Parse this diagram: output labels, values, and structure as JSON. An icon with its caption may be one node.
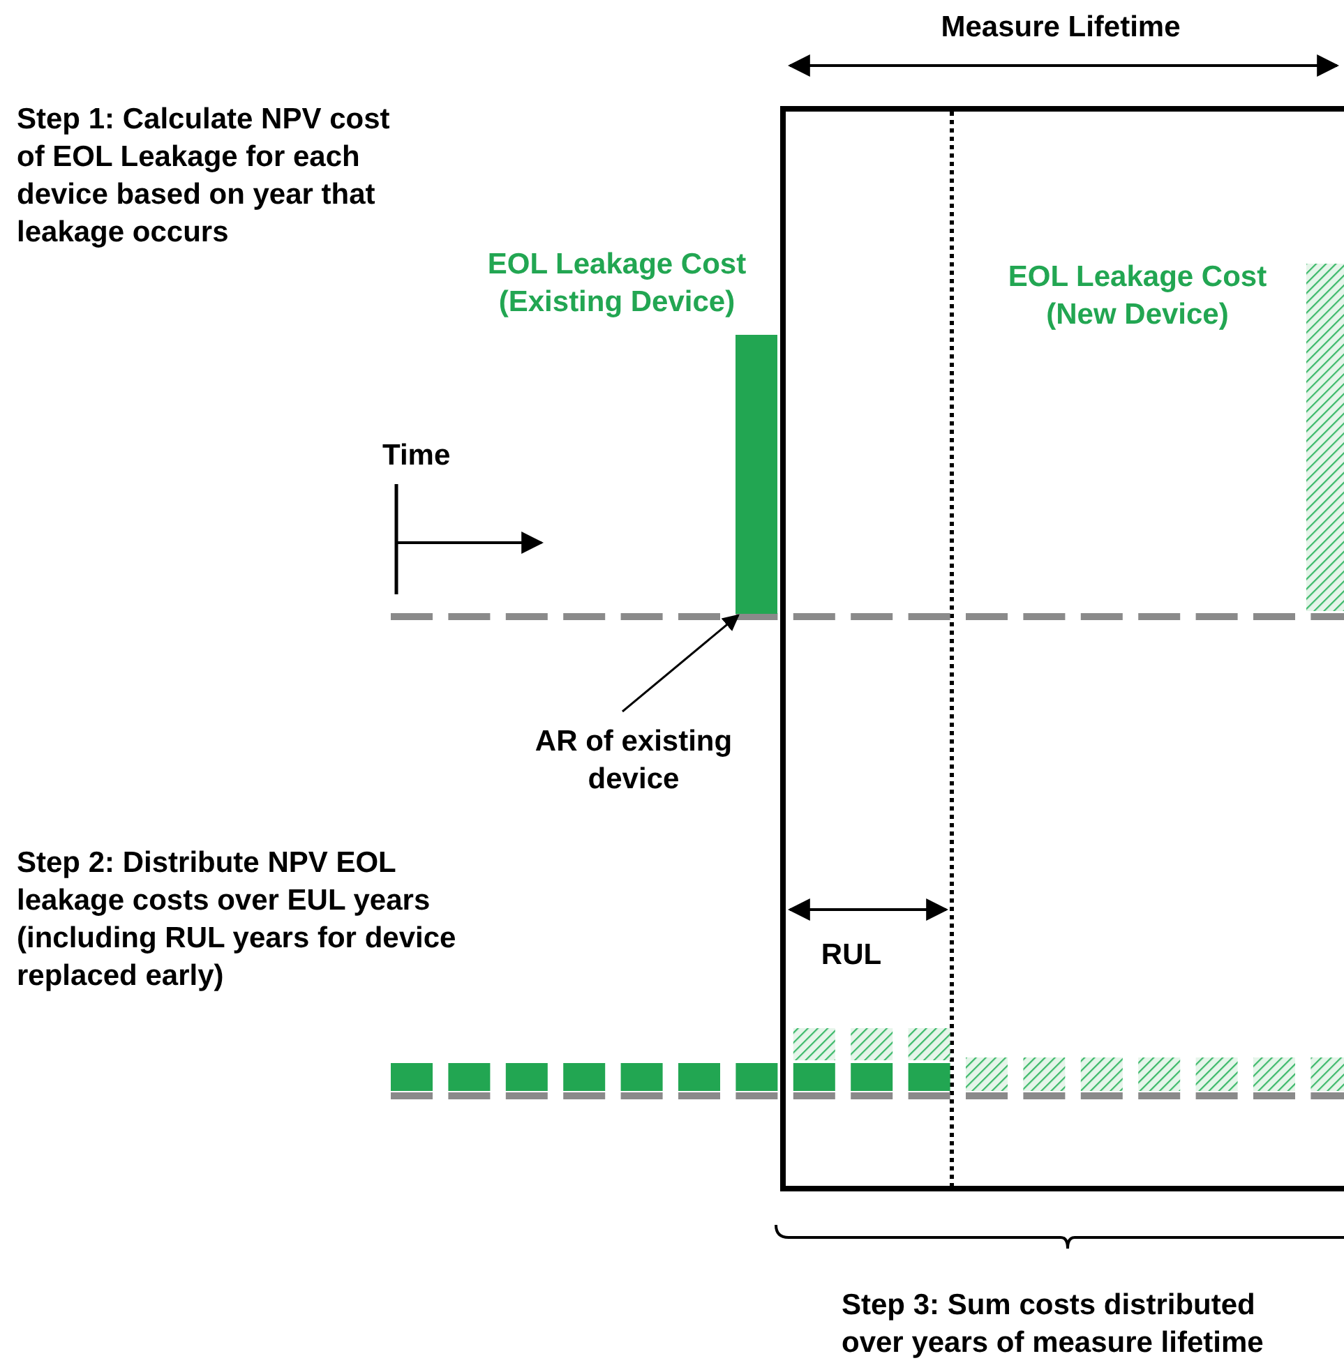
{
  "diagram": {
    "nodes": [
      {
        "text": [
          "AR of existing device"
        ]
      },
      {
        "text": [],
        "shape": "bar",
        "beside": [
          "EOL Leakage Cost (Existing Device)"
        ]
      },
      {
        "text": [],
        "shape": "bar",
        "beside": [
          "EOL Leakage Cost (New Device)"
        ]
      }
    ],
    "edges": [
      {
        "from": 0,
        "to": 1,
        "arrow": "to"
      }
    ],
    "labels": [
      "Measure Lifetime",
      "Step 1: Calculate NPV cost of EOL Leakage for each device based on year that leakage occurs",
      "Time",
      "Step 2: Distribute NPV EOL leakage costs over EUL years (including RUL years for device replaced early)",
      "RUL",
      "Step 3: Sum costs distributed over years of measure lifetime"
    ]
  }
}
